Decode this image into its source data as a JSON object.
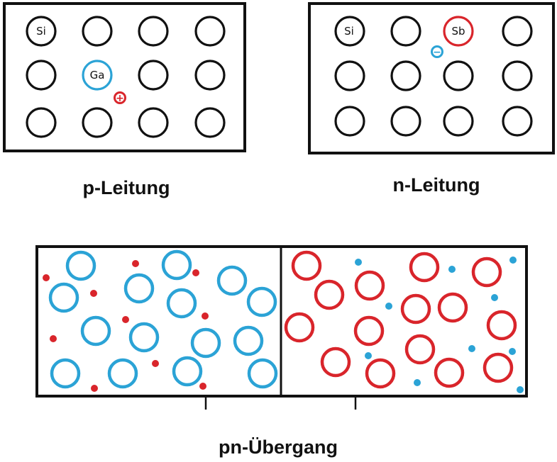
{
  "colors": {
    "outline": "#111111",
    "acceptor_blue": "#2ba3d6",
    "donor_red": "#d9252b",
    "background": "#ffffff"
  },
  "p_panel": {
    "caption": "p-Leitung",
    "si_label": "Si",
    "dopant_label": "Ga",
    "charge_sign": "+"
  },
  "n_panel": {
    "caption": "n-Leitung",
    "si_label": "Si",
    "dopant_label": "Sb",
    "charge_sign": "−"
  },
  "junction": {
    "caption": "pn-Übergang"
  }
}
